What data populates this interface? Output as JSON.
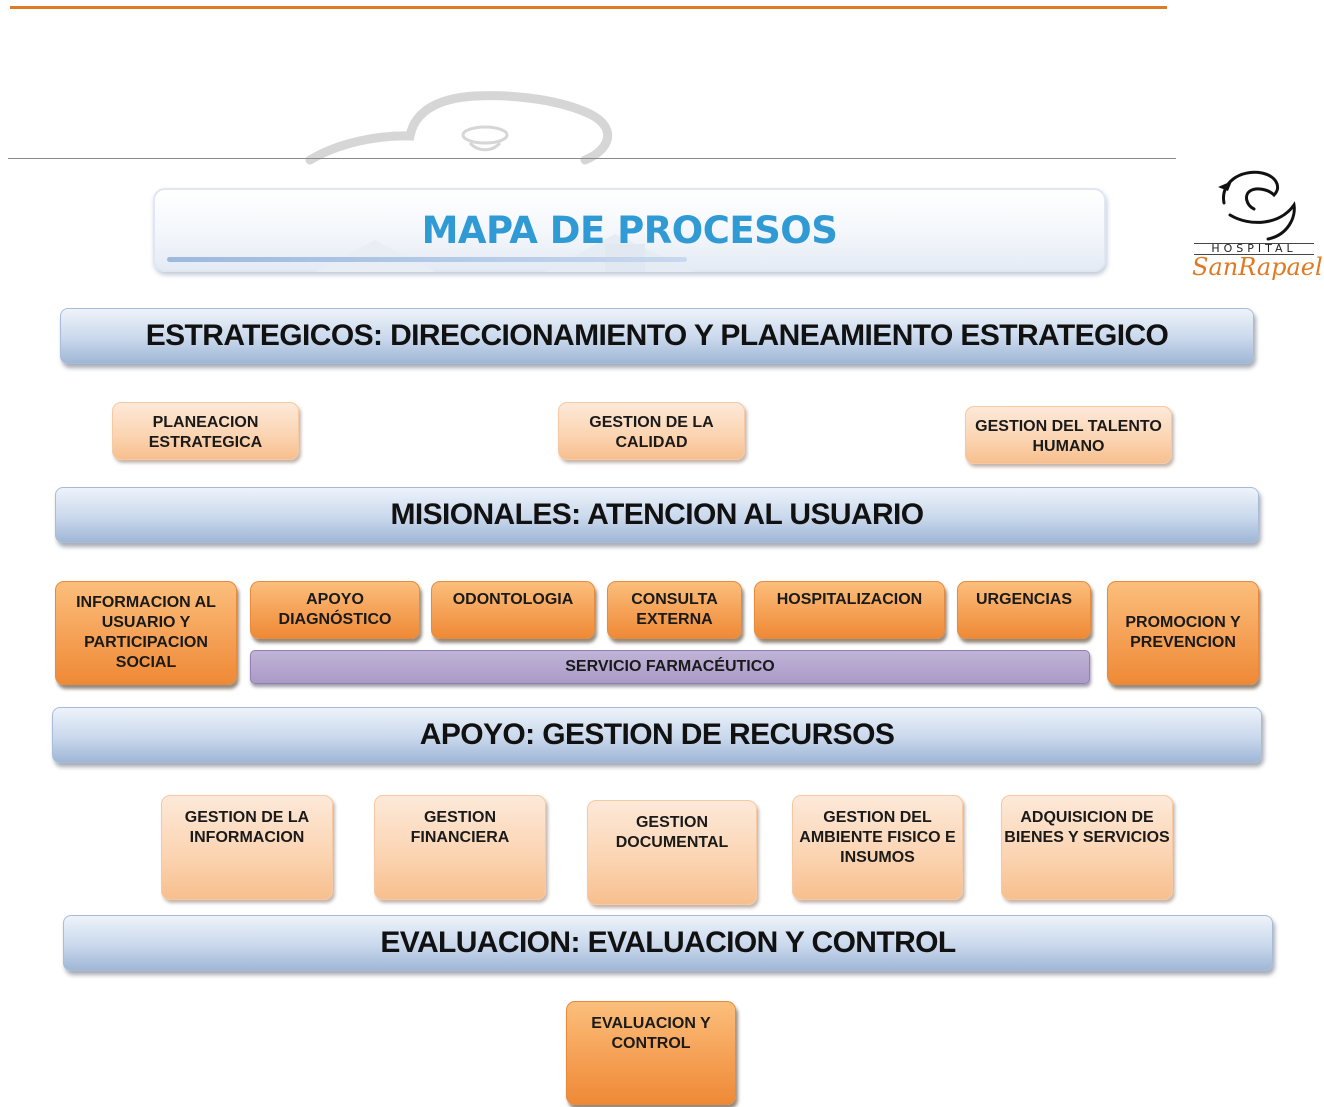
{
  "title": "MAPA DE PROCESOS",
  "logo": {
    "line1": "HOSPITAL",
    "line2": "SanRapael"
  },
  "sections": {
    "strategic": {
      "label": "ESTRATEGICOS: DIRECCIONAMIENTO Y PLANEAMIENTO ESTRATEGICO",
      "processes": [
        "PLANEACION ESTRATEGICA",
        "GESTION DE LA CALIDAD",
        "GESTION DEL TALENTO HUMANO"
      ]
    },
    "missional": {
      "label": "MISIONALES: ATENCION AL USUARIO",
      "processes": [
        "INFORMACION AL USUARIO Y PARTICIPACION SOCIAL",
        "APOYO DIAGNÓSTICO",
        "ODONTOLOGIA",
        "CONSULTA EXTERNA",
        "HOSPITALIZACION",
        "URGENCIAS",
        "PROMOCION Y PREVENCION"
      ],
      "pharmacy": "SERVICIO FARMACÉUTICO"
    },
    "support": {
      "label": "APOYO: GESTION DE RECURSOS",
      "processes": [
        "GESTION DE LA INFORMACION",
        "GESTION FINANCIERA",
        "GESTION DOCUMENTAL",
        "GESTION DEL AMBIENTE FISICO E INSUMOS",
        "ADQUISICION DE BIENES Y SERVICIOS"
      ]
    },
    "evaluation": {
      "label": "EVALUACION: EVALUACION Y CONTROL",
      "processes": [
        "EVALUACION Y CONTROL"
      ]
    }
  },
  "colors": {
    "title": "#2f9ad3",
    "accent_rule": "#e07a22",
    "light_box": "#fbd3b0",
    "dark_box": "#f5a055",
    "pharmacy_bar": "#a99ac8",
    "banner": "#c9d8ec"
  }
}
